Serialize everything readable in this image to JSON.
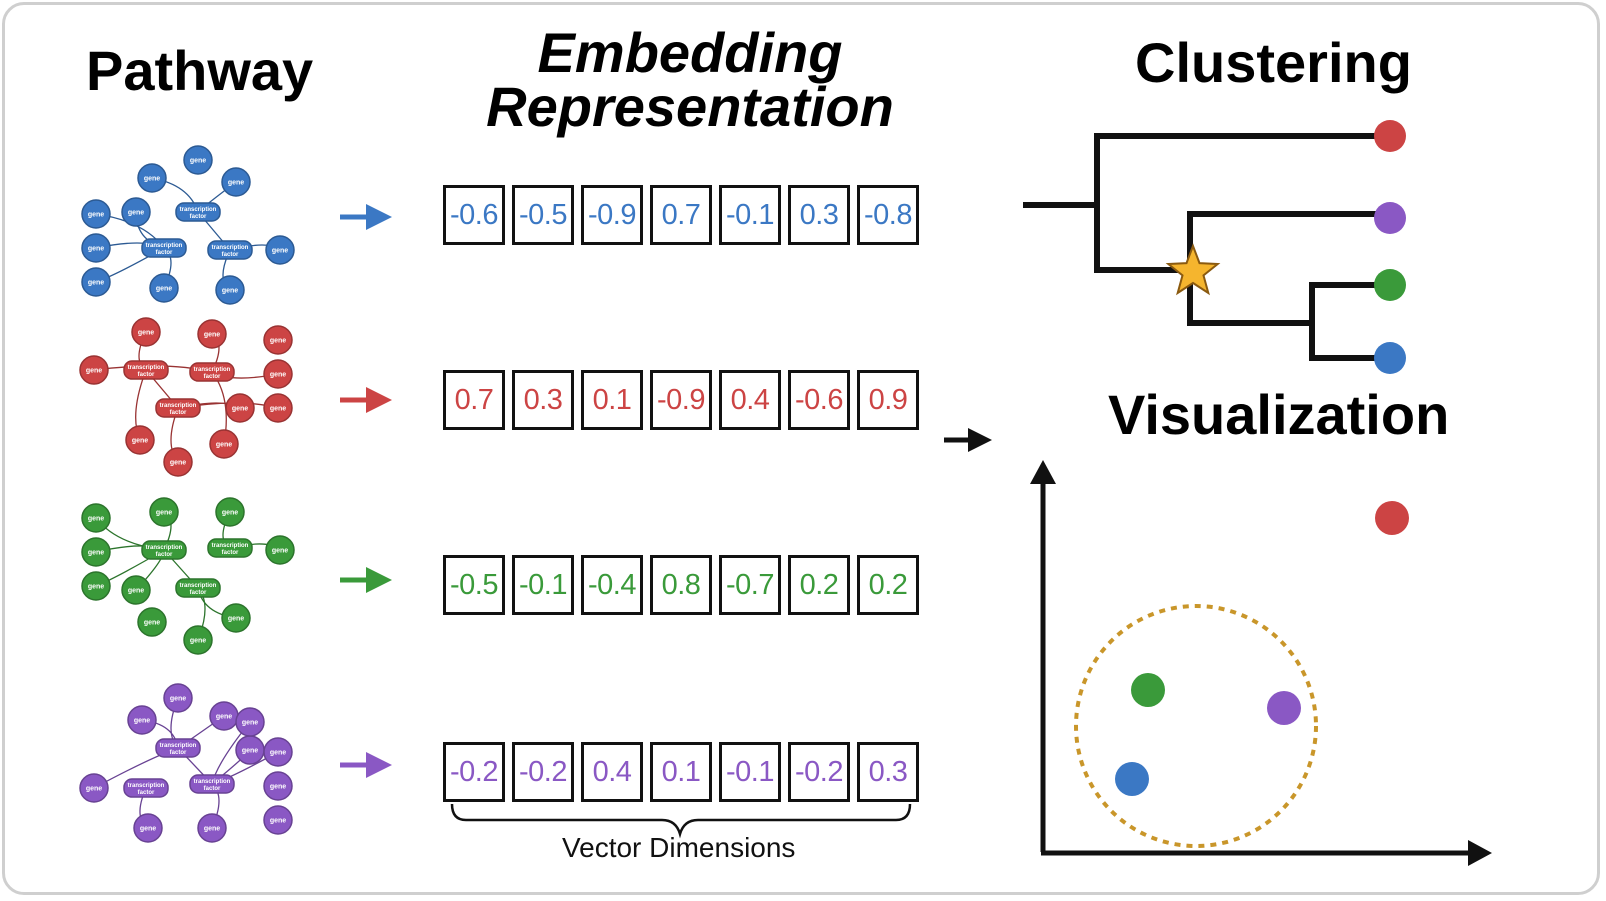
{
  "titles": {
    "pathway": "Pathway",
    "embedding_line1": "Embedding",
    "embedding_line2": "Representation",
    "clustering": "Clustering",
    "visualization": "Visualization"
  },
  "node_labels": {
    "gene": "gene",
    "tf_line1": "transcription",
    "tf_line2": "factor"
  },
  "colors": {
    "blue": "#3b78c4",
    "red": "#cc4444",
    "green": "#3a9a3a",
    "purple": "#8a58c4",
    "star": "#f5b52e",
    "dashed_circle": "#c9962a"
  },
  "pathways": [
    {
      "name": "blue",
      "vector": [
        "-0.6",
        "-0.5",
        "-0.9",
        "0.7",
        "-0.1",
        "0.3",
        "-0.8"
      ]
    },
    {
      "name": "red",
      "vector": [
        "0.7",
        "0.3",
        "0.1",
        "-0.9",
        "0.4",
        "-0.6",
        "0.9"
      ]
    },
    {
      "name": "green",
      "vector": [
        "-0.5",
        "-0.1",
        "-0.4",
        "0.8",
        "-0.7",
        "0.2",
        "0.2"
      ]
    },
    {
      "name": "purple",
      "vector": [
        "-0.2",
        "-0.2",
        "0.4",
        "0.1",
        "-0.1",
        "-0.2",
        "0.3"
      ]
    }
  ],
  "vector_dimensions_label": "Vector Dimensions",
  "dendrogram_leaves": [
    "red",
    "purple",
    "green",
    "blue"
  ],
  "scatter_points": [
    "red",
    "green",
    "purple",
    "blue"
  ]
}
